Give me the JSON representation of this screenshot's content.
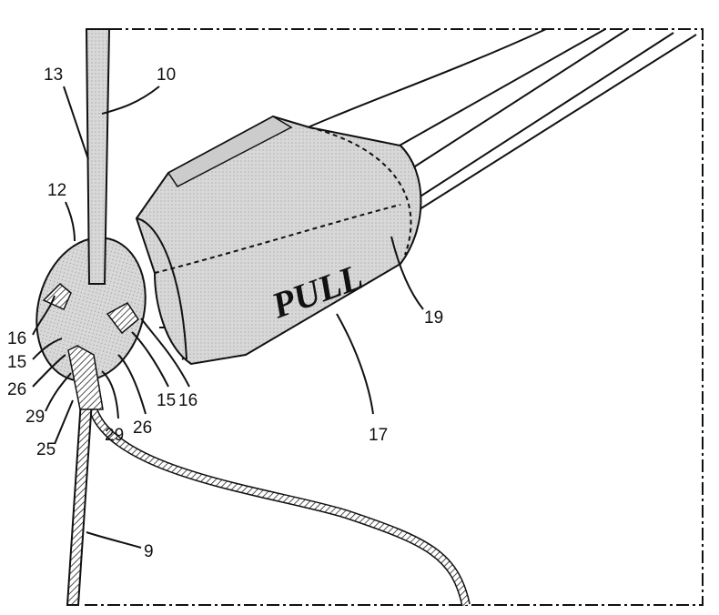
{
  "figure": {
    "handle_text": "PULL",
    "labels": {
      "l13": "13",
      "l10": "10",
      "l12": "12",
      "l16a": "16",
      "l15a": "15",
      "l26a": "26",
      "l29a": "29",
      "l25": "25",
      "l29b": "29",
      "l26b": "26",
      "l15b": "15",
      "l16b": "16",
      "l9": "9",
      "l17": "17",
      "l19": "19"
    }
  }
}
